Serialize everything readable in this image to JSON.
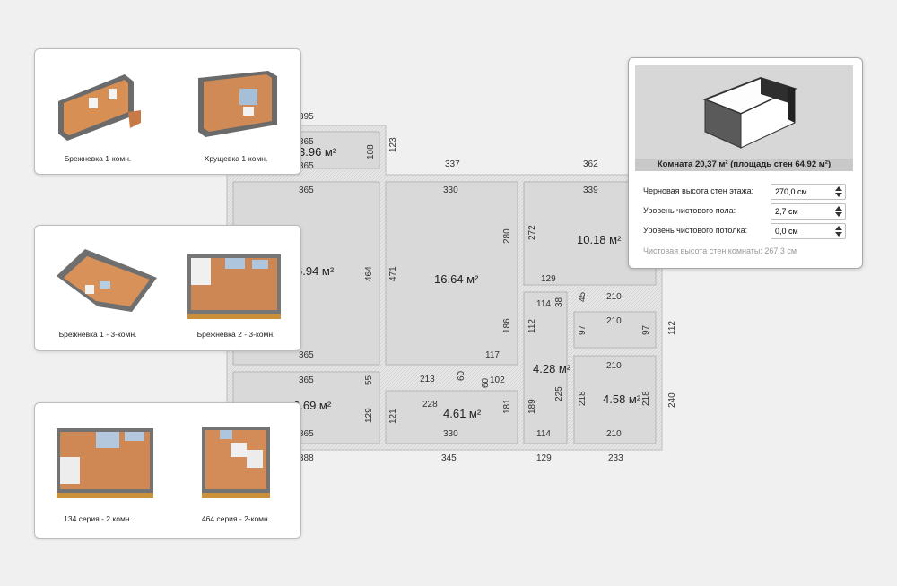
{
  "plan": {
    "rooms": [
      {
        "id": "r-top",
        "area": "3.96 м²"
      },
      {
        "id": "r-left",
        "area": "6.94 м²"
      },
      {
        "id": "r-center",
        "area": "16.64 м²"
      },
      {
        "id": "r-right",
        "area": "10.18 м²"
      },
      {
        "id": "r-bottom-left",
        "area": "6.69 м²"
      },
      {
        "id": "r-bottom-mid",
        "area": "4.61 м²"
      },
      {
        "id": "r-small",
        "area": "4.28 м²"
      },
      {
        "id": "r-bottom-right",
        "area": "4.58 м²"
      }
    ],
    "dimensions": [
      "395",
      "365",
      "365",
      "123",
      "108",
      "337",
      "362",
      "365",
      "330",
      "339",
      "280",
      "272",
      "464",
      "471",
      "129",
      "38",
      "114",
      "45",
      "210",
      "97",
      "210",
      "97",
      "112",
      "186",
      "112",
      "365",
      "117",
      "365",
      "55",
      "213",
      "60",
      "60",
      "102",
      "210",
      "225",
      "218",
      "218",
      "240",
      "129",
      "121",
      "228",
      "181",
      "189",
      "365",
      "330",
      "114",
      "210",
      "388",
      "345",
      "129",
      "233"
    ]
  },
  "templates": {
    "cards": [
      {
        "items": [
          {
            "label": "Брежневка 1-комн."
          },
          {
            "label": "Хрущевка 1-комн."
          }
        ]
      },
      {
        "items": [
          {
            "label": "Брежневка 1 - 3-комн."
          },
          {
            "label": "Брежневка 2 - 3-комн."
          }
        ]
      },
      {
        "items": [
          {
            "label": "134 серия - 2 комн."
          },
          {
            "label": "464 серия - 2-комн."
          }
        ]
      }
    ]
  },
  "room_panel": {
    "title": "Комната 20,37 м²  (площадь стен 64,92 м²)",
    "fields": [
      {
        "label": "Черновая высота стен этажа:",
        "value": "270,0 см"
      },
      {
        "label": "Уровень чистового пола:",
        "value": "2,7 см"
      },
      {
        "label": "Уровень чистового потолка:",
        "value": "0,0 см"
      }
    ],
    "result": "Чистовая высота стен комнаты: 267,3 см"
  }
}
